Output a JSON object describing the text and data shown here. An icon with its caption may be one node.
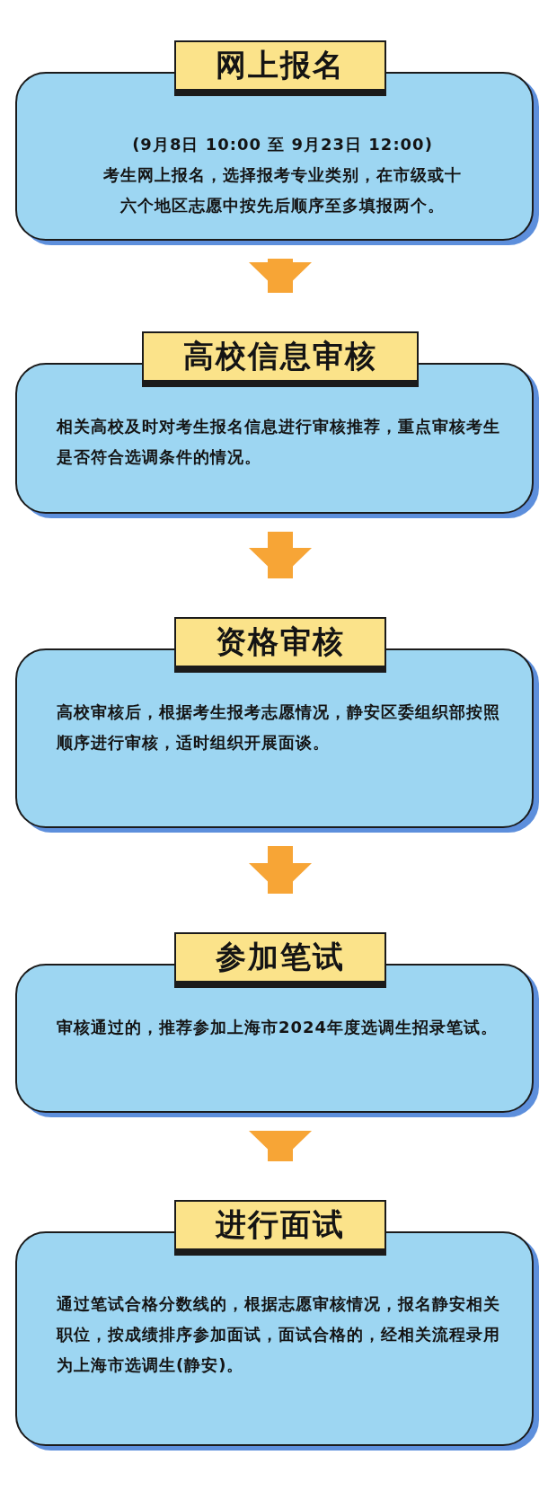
{
  "diagram": {
    "nodes": [
      {
        "text": [
          "网上报名"
        ]
      },
      {
        "text": [
          "(9月8日 10:00 至 9月23日 12:00)",
          "考生网上报名，选择报考专业类别，在市级或十六个地区志愿中按先后顺序至多填报两个。"
        ]
      },
      {
        "text": [
          "高校信息审核"
        ]
      },
      {
        "text": [
          "相关高校及时对考生报名信息进行审核推荐，重点审核考生是否符合选调条件的情况。"
        ]
      },
      {
        "text": [
          "资格审核"
        ]
      },
      {
        "text": [
          "高校审核后，根据考生报考志愿情况，静安区委组织部按照顺序进行审核，适时组织开展面谈。"
        ]
      },
      {
        "text": [
          "参加笔试"
        ]
      },
      {
        "text": [
          "审核通过的，推荐参加上海市2024年度选调生招录笔试。"
        ]
      },
      {
        "text": [
          "进行面试"
        ]
      },
      {
        "text": [
          "通过笔试合格分数线的，根据志愿审核情况，报名静安相关职位，按成绩排序参加面试，面试合格的，经相关流程录用为上海市选调生(静安)。"
        ]
      }
    ],
    "edges": [
      {
        "from": 1,
        "to": 2,
        "arrow": "to"
      },
      {
        "from": 3,
        "to": 4,
        "arrow": "to"
      },
      {
        "from": 5,
        "to": 6,
        "arrow": "to"
      },
      {
        "from": 7,
        "to": 8,
        "arrow": "to"
      }
    ]
  }
}
